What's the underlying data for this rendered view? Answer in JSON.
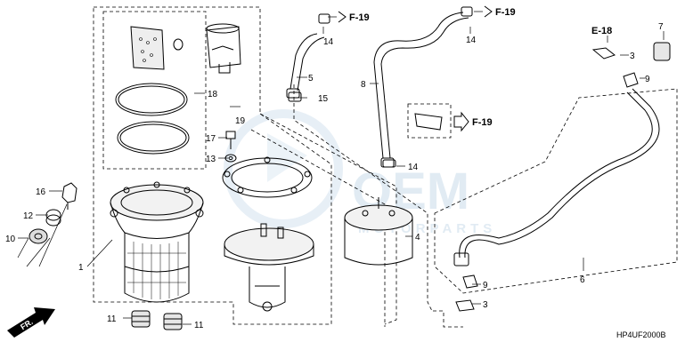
{
  "callouts": {
    "c1": "1",
    "c3a": "3",
    "c3b": "3",
    "c4": "4",
    "c5": "5",
    "c6": "6",
    "c7": "7",
    "c8": "8",
    "c9a": "9",
    "c9b": "9",
    "c10": "10",
    "c11a": "11",
    "c11b": "11",
    "c12": "12",
    "c13": "13",
    "c14a": "14",
    "c14b": "14",
    "c14c": "14",
    "c15": "15",
    "c16": "16",
    "c17": "17",
    "c18": "18",
    "c19": "19"
  },
  "refs": {
    "f19a": "F-19",
    "f19b": "F-19",
    "f19c": "F-19",
    "e18": "E-18"
  },
  "direction": "FR.",
  "diagram_code": "HP4UF2000B",
  "watermark": {
    "brand": "OEM",
    "sub": "MOTORPARTS"
  },
  "colors": {
    "line": "#000000",
    "watermark": "#c9dcea"
  }
}
